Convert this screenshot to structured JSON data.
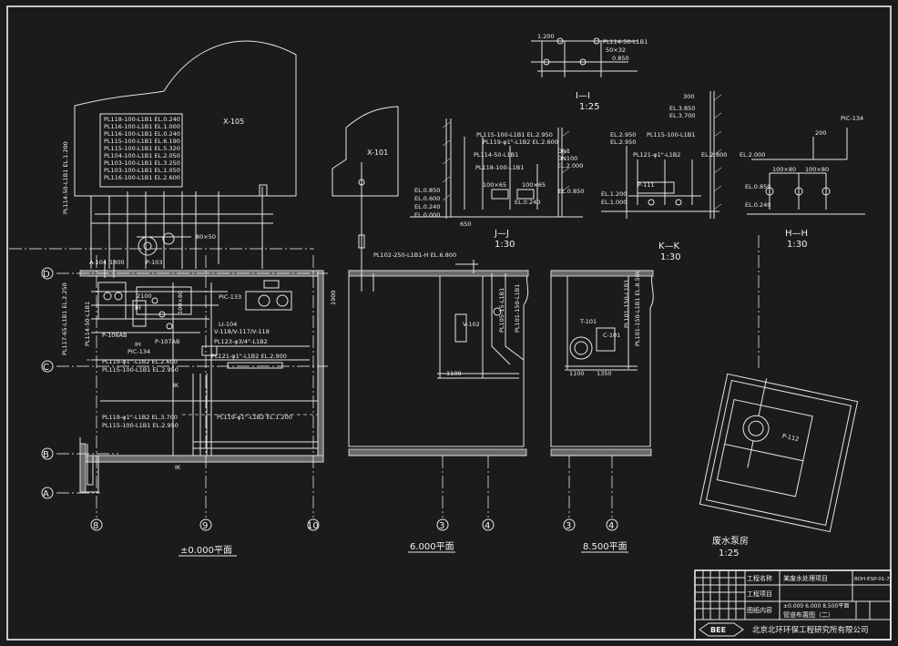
{
  "equipment": {
    "x105": "X-105",
    "x101": "X-101",
    "a104": "A-104",
    "p103": "P-103",
    "p106ab": "P-106AB",
    "p107ab": "P-107AB",
    "pic134": "PIC-134",
    "pic134b": "PIC-134",
    "pic133": "PIC-133",
    "li104": "LI-104",
    "v118": "V-118/V-117/V-118",
    "v102": "V-102",
    "t101": "T-101",
    "c101": "C-101",
    "p111": "P-111",
    "p112": "P-112"
  },
  "pipes_x105": [
    "PL118-100-L1B1  EL.0.240",
    "PL116-100-L1B1  EL.1.000",
    "PL116-100-L1B1  EL.0.240",
    "PL115-100-L1B1  EL.6.190",
    "PL115-100-L1B1  EL.5.320",
    "PL104-100-L1B1  EL.2.050",
    "PL103-100-L1B1  EL.3.250",
    "PL103-100-L1B1  EL.1.050",
    "PL116-100-L1B1  EL.2.600"
  ],
  "plan_labels": {
    "pl114": "PL114-50-L1B1  EL.1.200",
    "pl117": "PL117-65-L1B1  EL.2.250",
    "pl114b": "PL114-50-L1B1",
    "pl123": "PL123-φ3/4\"-L1B2",
    "pl121": "PL121-φ1\"-L1B2  EL.2.900",
    "pl119a": "PL119-φ1\"-L1B2  EL.2.600",
    "pl115a": "PL115-100-L1B1  EL.2.950",
    "pl119b": "PL119-φ1\"-L1B2  EL.3.700",
    "pl115b": "PL115-100-L1B1  EL.2.950",
    "pl119c": "PL119-φ1\"-L1B2  EL.1.200",
    "dim80x50": "80×50",
    "dim100x80": "100×80",
    "dim2100": "2100",
    "dim1800": "1800",
    "ik": "IK",
    "ih": "IH"
  },
  "plan6_labels": {
    "pl102": "PL102-250-L1B1-H EL.6.800",
    "pl105": "PL105-15-L1B1",
    "pl101": "PL101-150-L1B1",
    "dim1100": "1100",
    "dim1900": "1900"
  },
  "plan85_labels": {
    "pl101a": "PL101-150-L1B1",
    "pl101b": "PL101-150-L1B1  EL.8.500",
    "dim1100": "1100",
    "dim1350": "1350"
  },
  "sec_ii": {
    "title": "I—I",
    "scale": "1:25",
    "pipe": "PL114-50-L1B1",
    "size": "50×32",
    "el1": "1.200",
    "el2": "0.850"
  },
  "sec_jj": {
    "title": "J—J",
    "scale": "1:30",
    "lines": [
      "PL115-100-L1B1  EL.2.950",
      "PL119-φ1\"-L1B2  EL.2.600",
      "DN1",
      "DN100",
      "PL114-50-L1B1",
      "EL.2.000",
      "PL118-100-L1B1",
      "100×65",
      "100×65",
      "EL.0.850",
      "EL.0.240"
    ],
    "left_els": [
      "EL.0.850",
      "EL.0.600",
      "EL.0.240",
      "EL.0.000"
    ],
    "dim": "650"
  },
  "sec_kk": {
    "title": "K—K",
    "scale": "1:30",
    "lines": [
      "EL.3.850",
      "EL.3.700",
      "EL.2.950",
      "PL115-100-L1B1",
      "EL.2.950",
      "PL121-φ1\"-L1B2",
      "EL.2.800",
      "EL.1.200",
      "EL.1.000"
    ],
    "dim": "300"
  },
  "sec_hh": {
    "title": "H—H",
    "scale": "1:30",
    "lines": [
      "EL.2.000",
      "100×80",
      "100×80",
      "EL.0.850",
      "EL.0.240"
    ],
    "dim": "200"
  },
  "grid": {
    "rows": [
      "D",
      "C",
      "B",
      "A"
    ],
    "cols_plan0": [
      "8",
      "9",
      "10"
    ],
    "cols_plan6": [
      "3",
      "4"
    ],
    "cols_plan85": [
      "3",
      "4"
    ]
  },
  "plan_titles": {
    "plan0": "±0.000平面",
    "plan6": "6.000平面",
    "plan85": "8.500平面",
    "pit": "废水泵房",
    "pit_scale": "1:25"
  },
  "title_block": {
    "label_project_name": "工程名称",
    "label_project_item": "工程项目",
    "label_drawing_content": "图纸内容",
    "project_name": "某废水处理项目",
    "drawing_no": "BOH-ESP-01-7",
    "content_line1": "±0.000  6.000  8.500平面",
    "content_line2": "管道布置图（二）",
    "logo": "BEE",
    "company": "北京北环环保工程研究所有限公司"
  }
}
